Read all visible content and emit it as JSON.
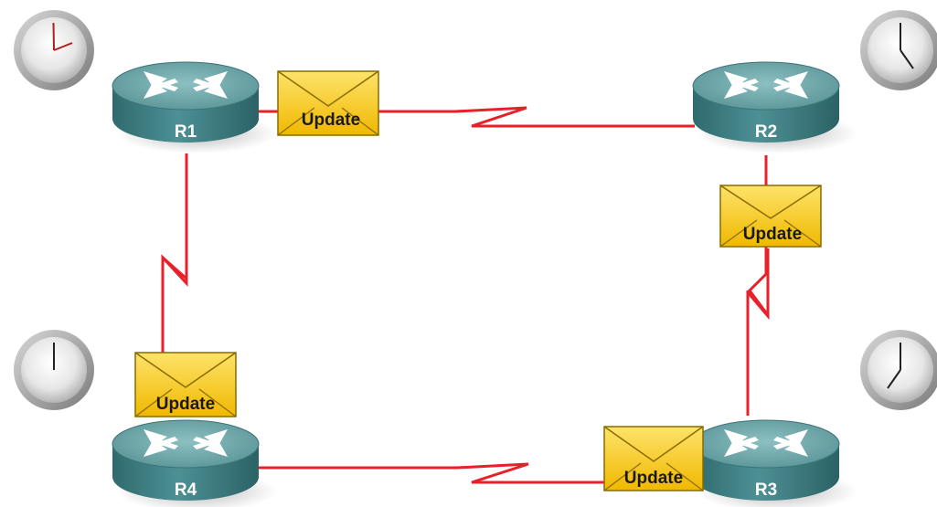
{
  "routers": [
    {
      "id": "R1",
      "label": "R1"
    },
    {
      "id": "R2",
      "label": "R2"
    },
    {
      "id": "R3",
      "label": "R3"
    },
    {
      "id": "R4",
      "label": "R4"
    }
  ],
  "links": [
    {
      "from": "R1",
      "to": "R2"
    },
    {
      "from": "R2",
      "to": "R3"
    },
    {
      "from": "R3",
      "to": "R4"
    },
    {
      "from": "R4",
      "to": "R1"
    }
  ],
  "updates": [
    {
      "router": "R1",
      "label": "Update"
    },
    {
      "router": "R2",
      "label": "Update"
    },
    {
      "router": "R3",
      "label": "Update"
    },
    {
      "router": "R4",
      "label": "Update"
    }
  ],
  "clocks": [
    {
      "router": "R1",
      "icon": "clock-icon"
    },
    {
      "router": "R2",
      "icon": "clock-icon"
    },
    {
      "router": "R3",
      "icon": "clock-icon"
    },
    {
      "router": "R4",
      "icon": "clock-icon"
    }
  ],
  "colors": {
    "link": "#e8202a",
    "router_body": "#3f7e82",
    "router_top": "#6fa7aa",
    "envelope": "#f5c612",
    "envelope_edge": "#7a5a00"
  }
}
